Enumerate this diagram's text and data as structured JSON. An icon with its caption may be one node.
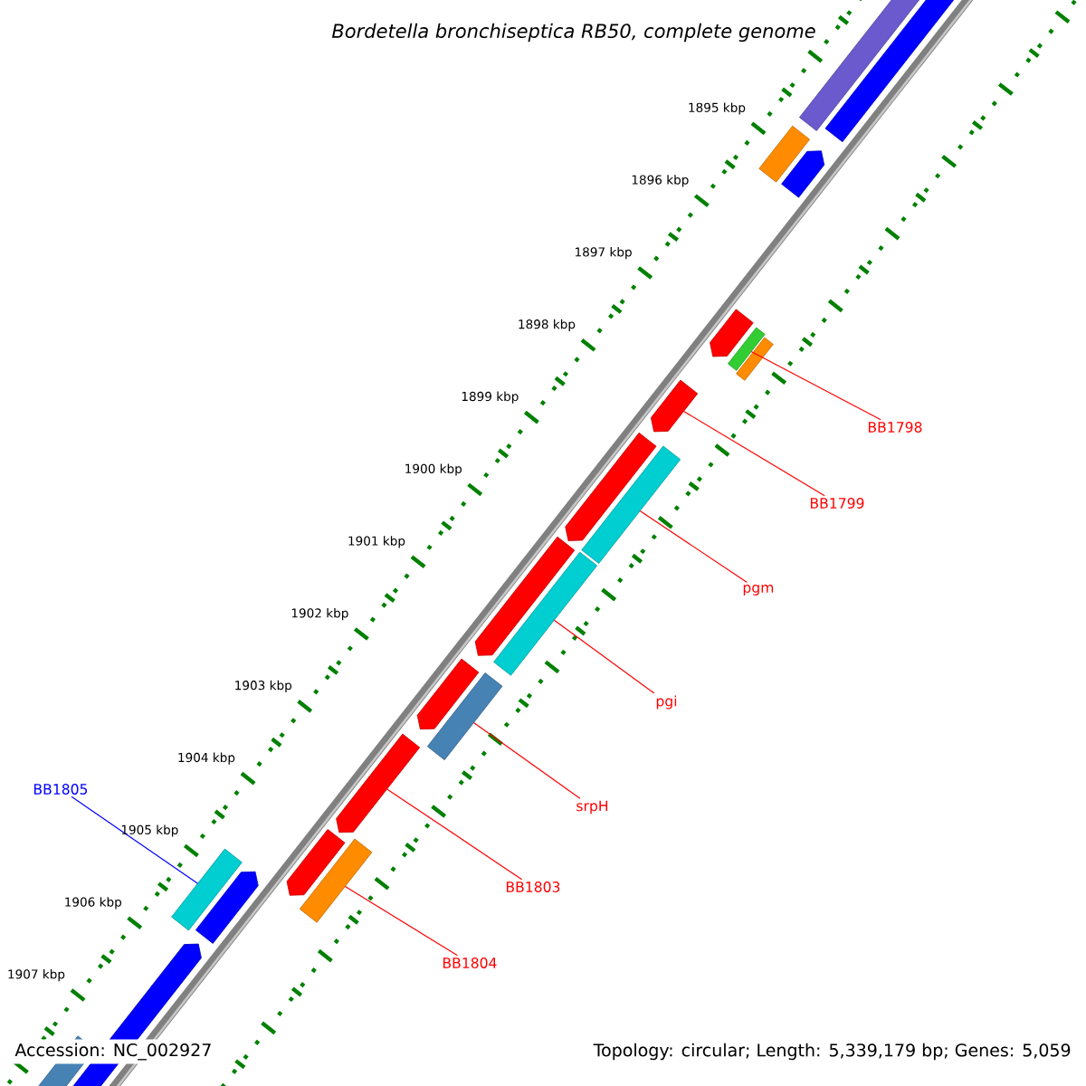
{
  "diagram": {
    "title": "Bordetella bronchiseptica RB50, complete genome",
    "nodes": [
      {
        "text": [
          "BB1798"
        ]
      },
      {
        "text": [
          "BB1799"
        ]
      },
      {
        "text": [
          "pgm"
        ]
      },
      {
        "text": [
          "pgi"
        ]
      },
      {
        "text": [
          "srpH"
        ]
      },
      {
        "text": [
          "BB1805"
        ]
      },
      {
        "text": [
          "BB1803"
        ]
      },
      {
        "text": [
          "BB1804"
        ]
      },
      {
        "text": [],
        "shape": "bar"
      },
      {
        "text": [],
        "shape": "arrow"
      },
      {
        "text": [],
        "shape": "bar"
      },
      {
        "text": [],
        "shape": "bar"
      },
      {
        "text": [],
        "shape": "bar"
      },
      {
        "text": [],
        "shape": "arrow"
      },
      {
        "text": [],
        "shape": "bar"
      },
      {
        "text": [],
        "shape": "bar"
      }
    ],
    "edges": [
      {
        "from": 0,
        "to": 8,
        "arrow": "none"
      },
      {
        "from": 1,
        "to": 9,
        "arrow": "none"
      },
      {
        "from": 2,
        "to": 10,
        "arrow": "none"
      },
      {
        "from": 3,
        "to": 11,
        "arrow": "none"
      },
      {
        "from": 4,
        "to": 12,
        "arrow": "none"
      },
      {
        "from": 5,
        "to": 14,
        "arrow": "none",
        "color": "#0000ff"
      },
      {
        "from": 6,
        "to": 13,
        "arrow": "none"
      },
      {
        "from": 7,
        "to": 15,
        "arrow": "none"
      }
    ],
    "labels": [
      "1895 kbp",
      "1896 kbp",
      "1897 kbp",
      "1898 kbp",
      "1899 kbp",
      "1900 kbp",
      "1901 kbp",
      "1902 kbp",
      "1903 kbp",
      "1904 kbp",
      "1905 kbp",
      "1906 kbp",
      "1907 kbp",
      "Accession: NC_002927",
      "Topology: circular; Length: 5,339,179 bp; Genes: 5,059"
    ]
  }
}
